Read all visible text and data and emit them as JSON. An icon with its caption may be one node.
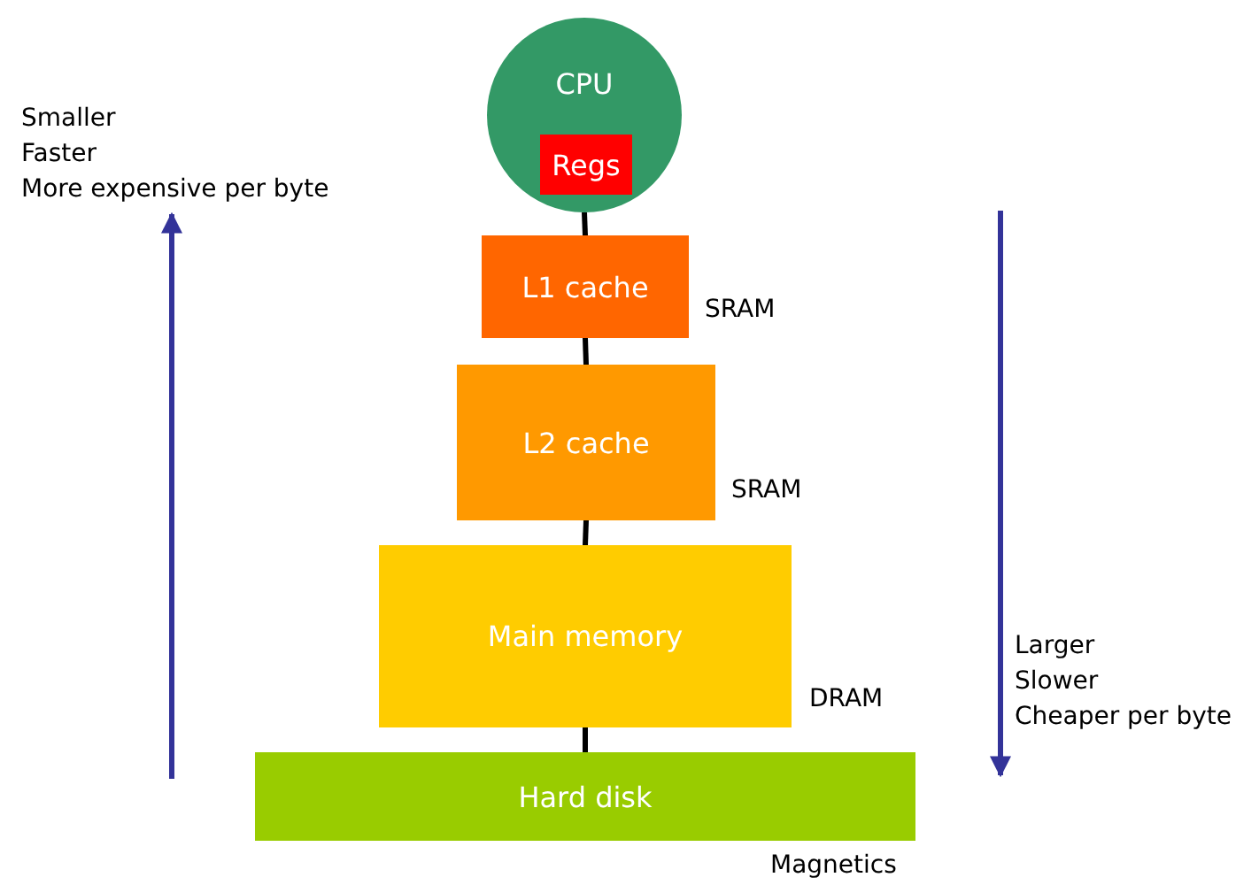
{
  "diagram": {
    "nodes": [
      {
        "text": [
          "CPU"
        ]
      },
      {
        "text": [
          "Regs"
        ],
        "in": 0
      },
      {
        "text": [
          "L1 cache"
        ],
        "beside": [
          "SRAM"
        ]
      },
      {
        "text": [
          "L2 cache"
        ],
        "beside": [
          "SRAM"
        ]
      },
      {
        "text": [
          "Main memory"
        ],
        "beside": [
          "DRAM"
        ]
      },
      {
        "text": [
          "Hard disk"
        ],
        "beside": [
          "Magnetics"
        ]
      }
    ],
    "edges": [
      {
        "from": 0,
        "to": 2,
        "arrow": "none"
      },
      {
        "from": 2,
        "to": 3,
        "arrow": "none"
      },
      {
        "from": 3,
        "to": 4,
        "arrow": "none"
      },
      {
        "from": 4,
        "to": 5,
        "arrow": "none"
      }
    ],
    "labels": [
      "Smaller",
      "Faster",
      "More expensive per byte",
      "Larger",
      "Slower",
      "Cheaper per byte"
    ]
  }
}
